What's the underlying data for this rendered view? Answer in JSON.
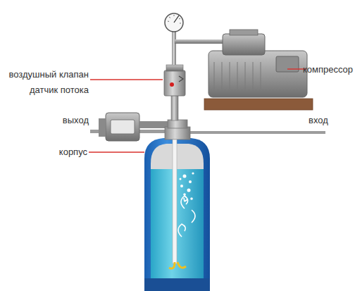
{
  "diagram": {
    "labels": [
      "воздушный клапан",
      "датчик потока",
      "выход",
      "корпус",
      "компрессор",
      "вход"
    ]
  }
}
